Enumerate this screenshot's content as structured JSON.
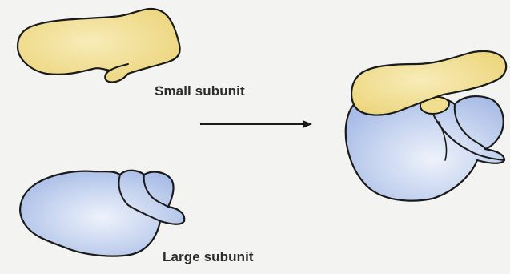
{
  "labels": {
    "small_subunit": "Small subunit",
    "large_subunit": "Large subunit"
  },
  "colors": {
    "background": "#f3f3f2",
    "small_subunit_fill": "#f0dd8e",
    "small_subunit_highlight": "#f8ecb8",
    "large_subunit_fill": "#b7c9ea",
    "large_subunit_highlight": "#e6ecf8",
    "outline": "#1a1a1a",
    "arrow": "#1a1a1a"
  },
  "parts": [
    {
      "name": "small-subunit",
      "description": "yellow mitten-shaped small subunit"
    },
    {
      "name": "large-subunit",
      "description": "blue large subunit with protruding lobe"
    },
    {
      "name": "assembled-ribosome",
      "description": "small subunit seated on large subunit"
    }
  ]
}
